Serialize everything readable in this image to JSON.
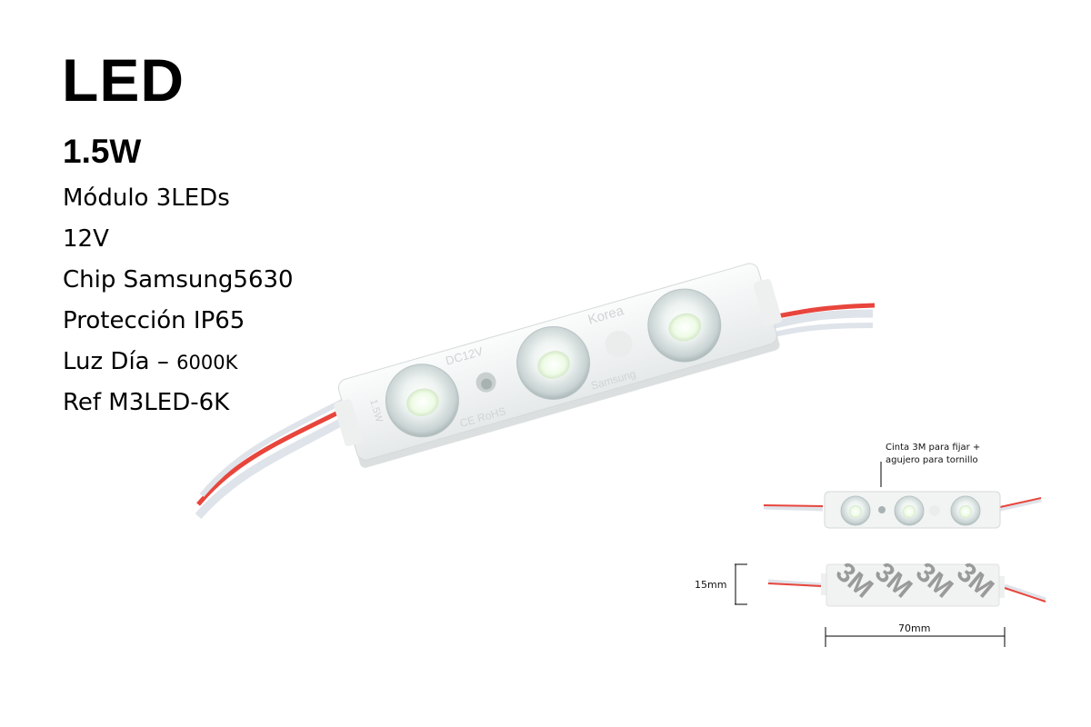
{
  "product": {
    "title": "LED",
    "power": "1.5W",
    "specs": [
      {
        "text": "Módulo 3LEDs"
      },
      {
        "text": "12V"
      },
      {
        "text": "Chip Samsung5630"
      },
      {
        "text": "Protección IP65"
      },
      {
        "text": "Luz Día – ",
        "suffix": "6000K"
      },
      {
        "text": "Ref M3LED-6K"
      }
    ]
  },
  "module_markings": {
    "voltage": "DC12V",
    "origin": "Korea",
    "brand": "Samsung",
    "cert": "CE RoHS",
    "wattage": "1.5W",
    "tape_logo": "3M"
  },
  "diagram": {
    "note_line1": "Cinta 3M para fijar +",
    "note_line2": "agujero para tornillo",
    "height_label": "15mm",
    "width_label": "70mm"
  },
  "colors": {
    "module_white": "#f2f4f4",
    "wire_red": "#e8453c",
    "wire_white": "#dfe3ea",
    "lens": "#e9f0f0",
    "tape_gray": "#9a9a9a"
  }
}
